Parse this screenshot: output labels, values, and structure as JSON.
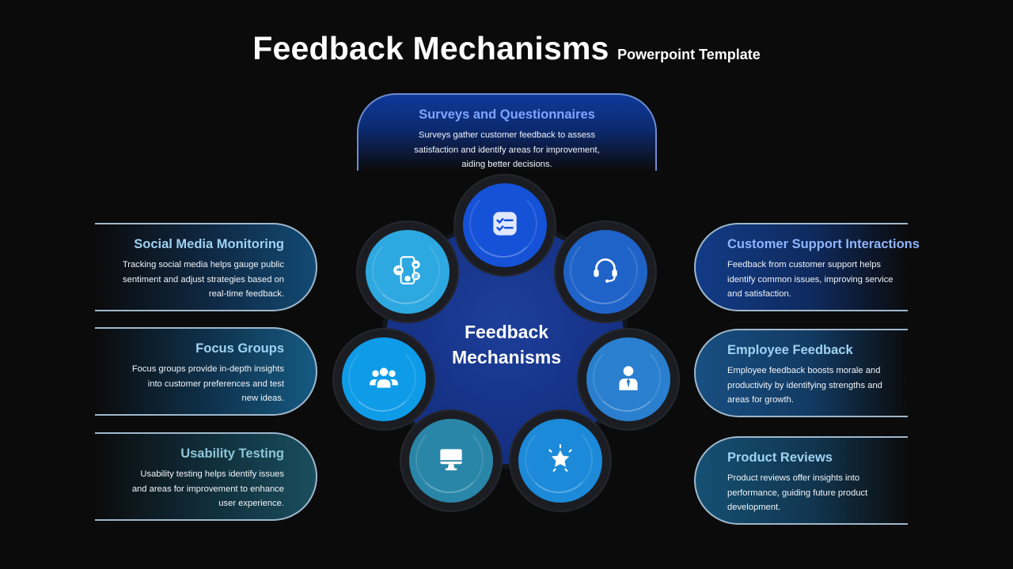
{
  "title": {
    "main": "Feedback Mechanisms",
    "sub": "Powerpoint Template"
  },
  "center": {
    "line1": "Feedback",
    "line2": "Mechanisms"
  },
  "cards": {
    "surveys": {
      "title": "Surveys and Questionnaires",
      "text": "Surveys gather customer feedback to assess satisfaction and identify areas for improvement, aiding better decisions."
    },
    "social": {
      "title": "Social Media Monitoring",
      "text": "Tracking social media helps gauge public sentiment and adjust strategies based on real-time feedback."
    },
    "focus": {
      "title": "Focus Groups",
      "text": "Focus groups provide in-depth insights into customer preferences and test new ideas."
    },
    "usability": {
      "title": "Usability Testing",
      "text": "Usability testing helps identify issues and areas for improvement to enhance user experience."
    },
    "support": {
      "title": "Customer Support Interactions",
      "text": "Feedback from customer support helps identify common issues, improving service and satisfaction."
    },
    "employee": {
      "title": "Employee Feedback",
      "text": "Employee feedback boosts morale and productivity by identifying strengths and areas for growth."
    },
    "reviews": {
      "title": "Product Reviews",
      "text": "Product reviews offer insights into performance, guiding future product development."
    }
  },
  "icons": {
    "surveys": "checklist-icon",
    "support": "headset-icon",
    "employee": "employee-icon",
    "reviews": "star-icon",
    "usability": "monitor-icon",
    "focus": "group-icon",
    "social": "social-phone-icon"
  },
  "colors": {
    "surveys": "#1652d8",
    "support": "#1f63c9",
    "employee": "#2a7fcf",
    "reviews": "#1c8ad8",
    "usability": "#2a86a8",
    "focus": "#0e9be8",
    "social": "#2ea8e0"
  }
}
